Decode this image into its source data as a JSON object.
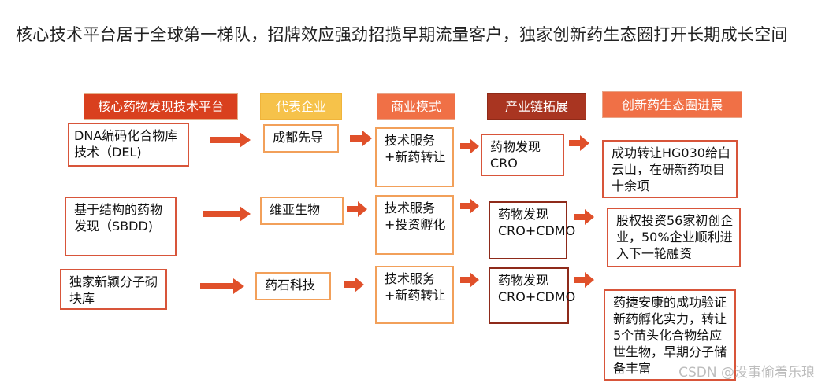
{
  "headline": "核心技术平台居于全球第一梯队，招牌效应强劲招揽早期流量客户，独家创新药生态圈打开长期成长空间",
  "headers": {
    "platform": "核心药物发现技术平台",
    "company": "代表企业",
    "model": "商业模式",
    "chain": "产业链拓展",
    "ecosystem": "创新药生态圈进展"
  },
  "rows": [
    {
      "platform": "DNA编码化合物库技术（DEL)",
      "company": "成都先导",
      "model": "技术服务+新药转让",
      "chain": "药物发现CRO",
      "ecosystem": "成功转让HG030给白云山，在研新药项目十余项"
    },
    {
      "platform": "基于结构的药物发现（SBDD)",
      "company": "维亚生物",
      "model": "技术服务+投资孵化",
      "chain": "药物发现CRO+CDMO",
      "ecosystem": "股权投资56家初创企业，50%企业顺利进入下一轮融资"
    },
    {
      "platform": "独家新颖分子砌块库",
      "company": "药石科技",
      "model": "技术服务+新药转让",
      "chain": "药物发现CRO+CDMO",
      "ecosystem": "药捷安康的成功验证新药孵化实力，转让5个苗头化合物给应世生物，早期分子储备丰富"
    }
  ],
  "watermark": "CSDN @没事偷着乐琅",
  "colors": {
    "red": "#d9401e",
    "orange": "#f6c24a",
    "darkred": "#a93521",
    "coral": "#f07046",
    "arrow": "#e0502a"
  }
}
